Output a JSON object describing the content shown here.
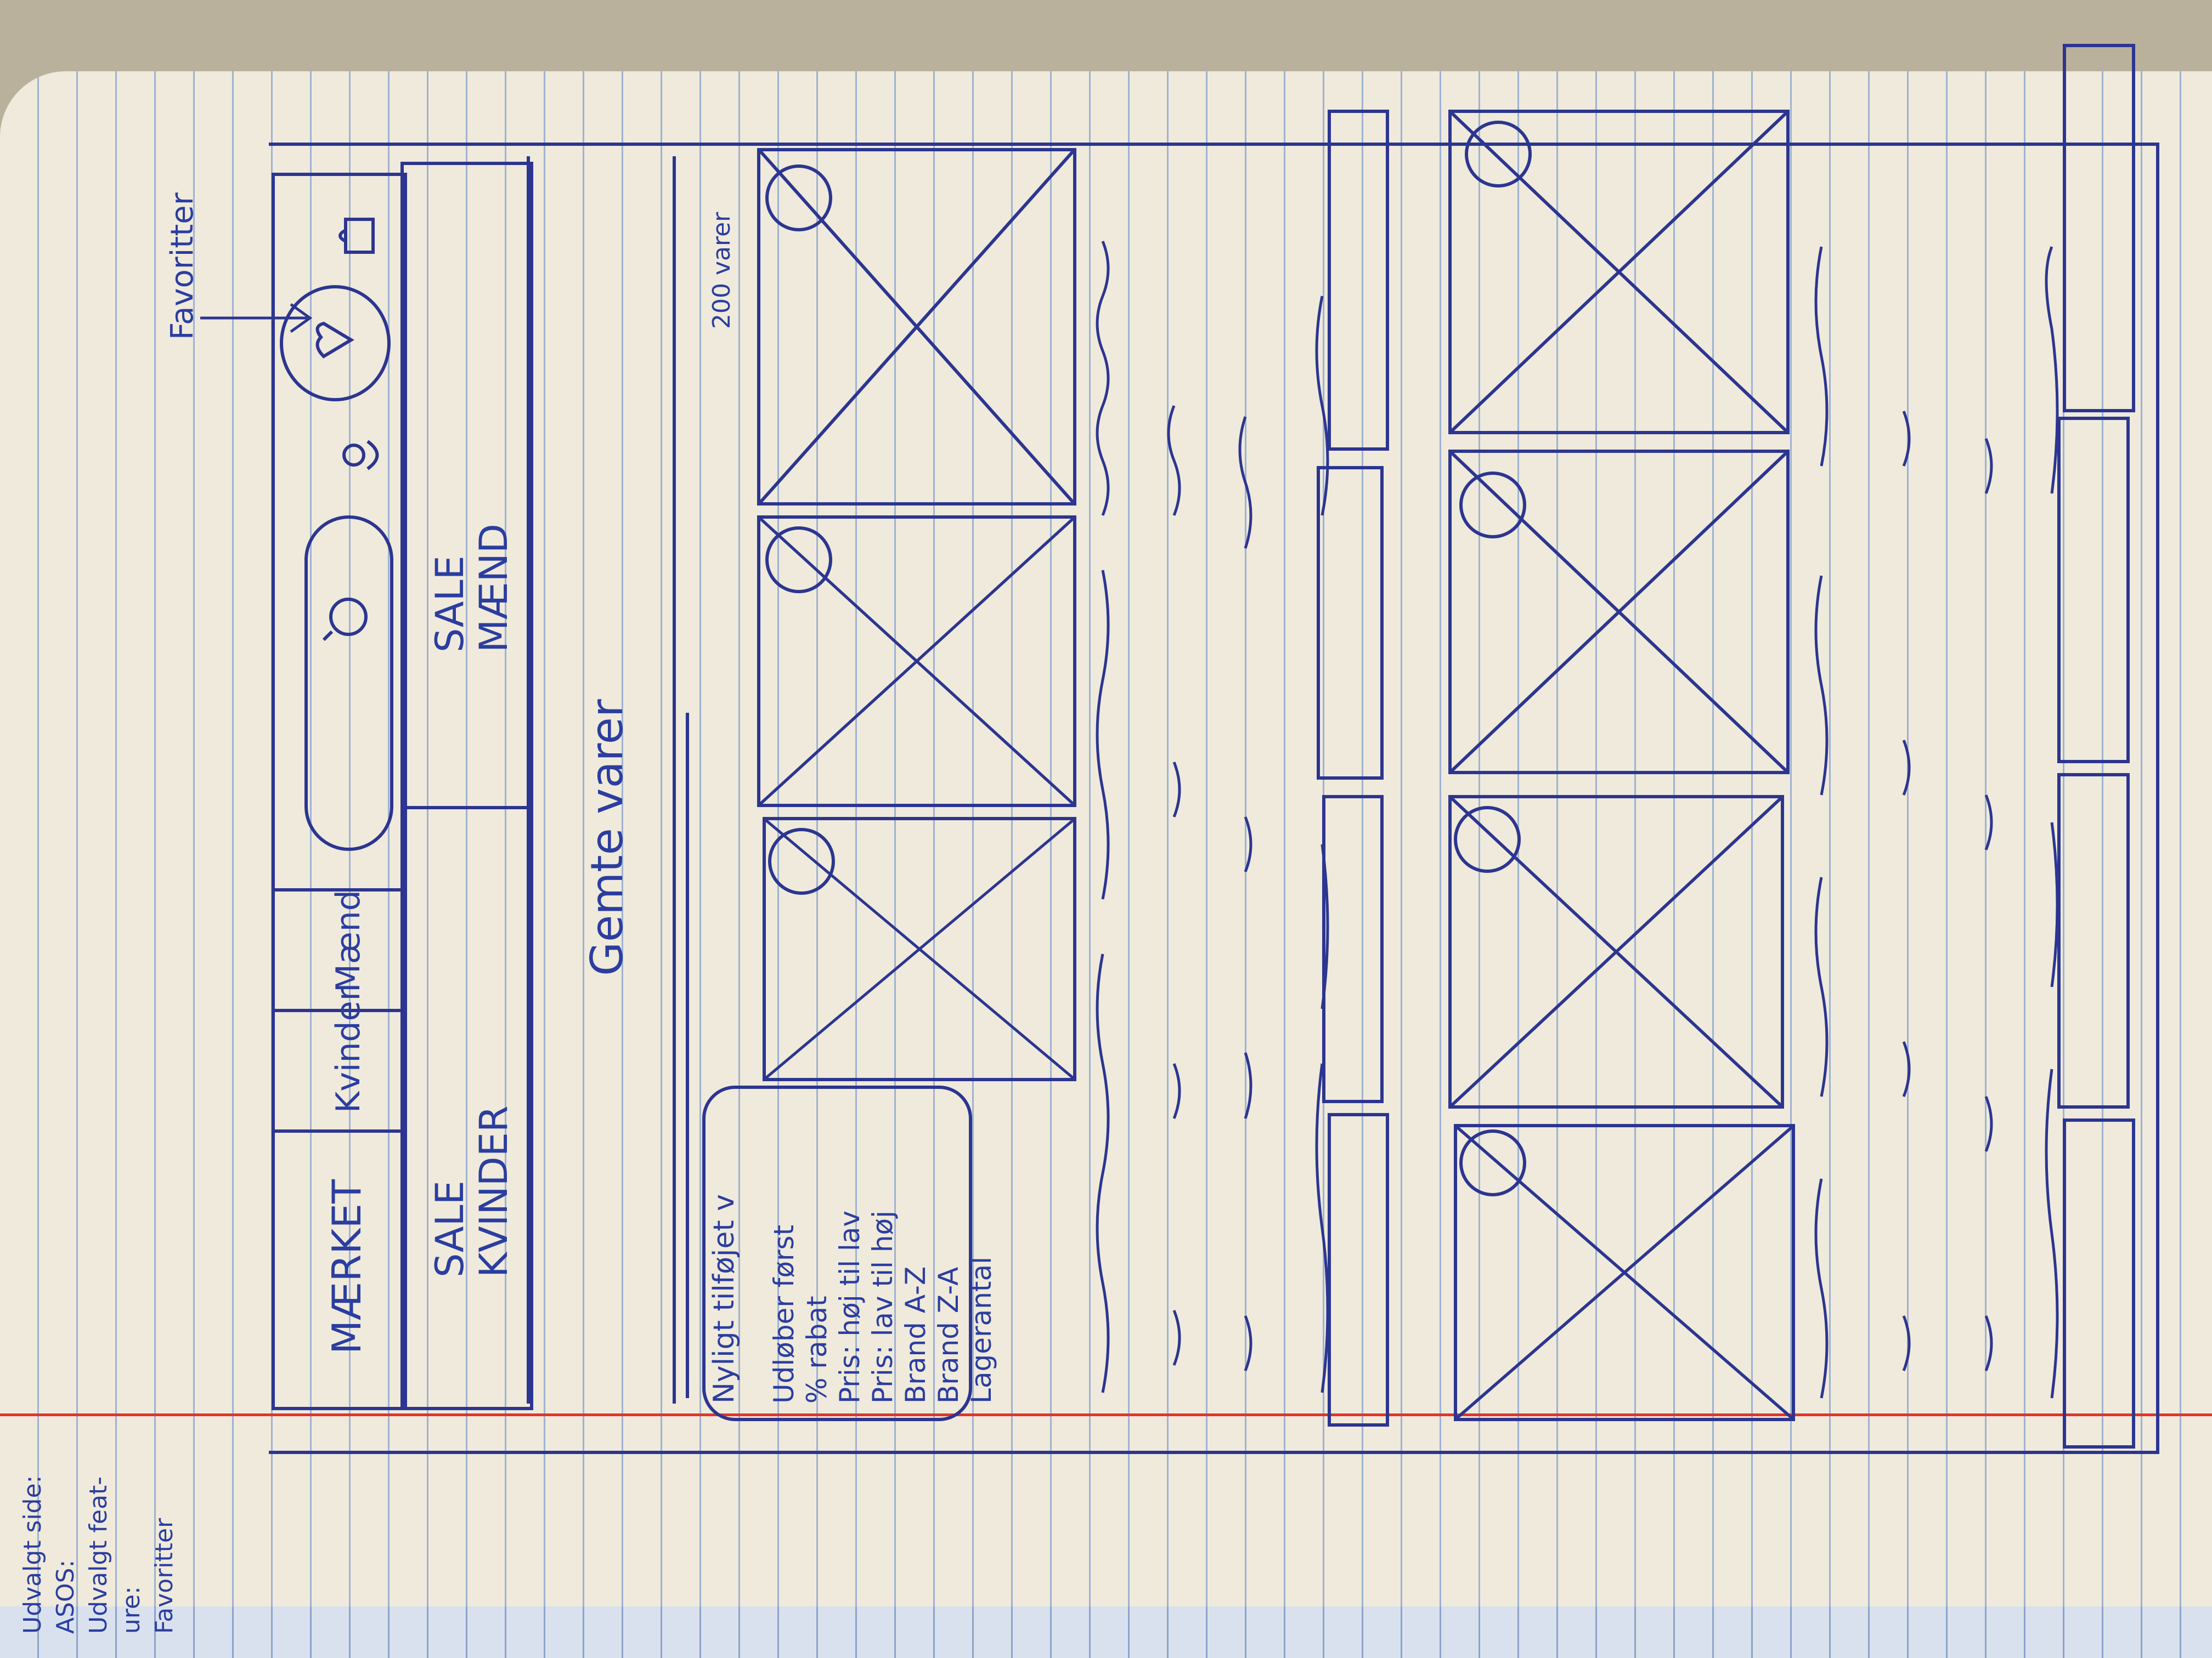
{
  "side_note": {
    "line1": "Udvalgt side:",
    "line2": "ASOS:",
    "line3": "Udvalgt feat-",
    "line4": "ure:",
    "line5": "Favoritter"
  },
  "annotation": {
    "favorites": "Favoritter"
  },
  "nav": {
    "tabs": [
      "MÆRKET",
      "Kvinder",
      "Mænd"
    ],
    "icons": [
      "search-icon",
      "account-icon",
      "heart-icon",
      "bag-icon"
    ]
  },
  "banners": {
    "women": "SALE KVINDER",
    "men": "SALE MÆND"
  },
  "page": {
    "title": "Gemte varer",
    "item_count": "200 varer"
  },
  "sort": {
    "selected": "Nyligt tilføjet v",
    "options": [
      "Udløber først",
      "% rabat",
      "Pris: høj til lav",
      "Pris: lav til høj",
      "Brand A-Z",
      "Brand Z-A",
      "Lagerantal"
    ]
  },
  "colors": {
    "ink": "#2c3590",
    "paper": "#efeadb",
    "margin": "#e0342c",
    "rule": "#9fb2d3"
  }
}
